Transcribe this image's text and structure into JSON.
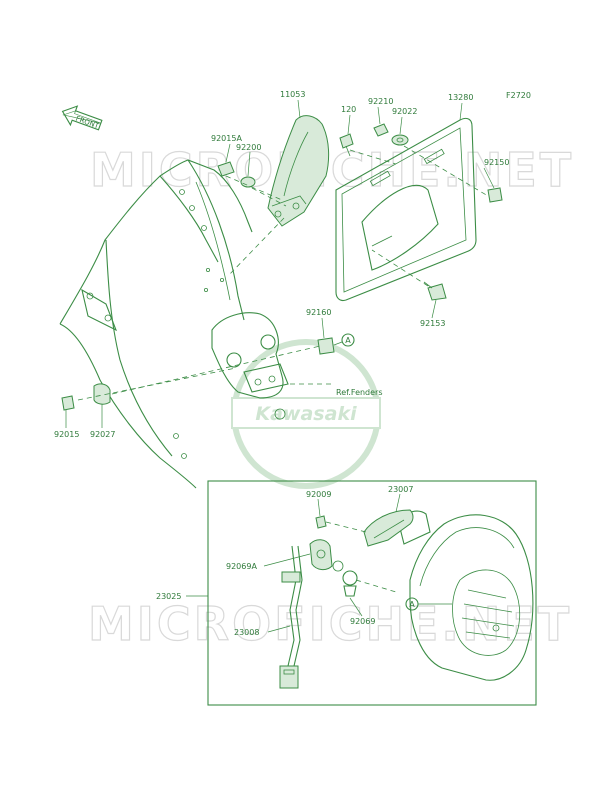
{
  "diagram": {
    "figure_code": "F2720",
    "front_label": "FRONT",
    "ref_text": "Ref.Fenders",
    "connector_marker": "A",
    "watermark_text": "MICROFICHE.NET",
    "logo_text": "Kawasaki",
    "colors": {
      "line": "#3c8d46",
      "label": "#2f7a3a",
      "watermark": "#d9d9d9"
    },
    "parts": [
      {
        "number": "11053"
      },
      {
        "number": "120"
      },
      {
        "number": "92210"
      },
      {
        "number": "92022"
      },
      {
        "number": "13280"
      },
      {
        "number": "92015A"
      },
      {
        "number": "92200"
      },
      {
        "number": "92150"
      },
      {
        "number": "92153"
      },
      {
        "number": "92160"
      },
      {
        "number": "92015"
      },
      {
        "number": "92027"
      },
      {
        "number": "92009"
      },
      {
        "number": "23007"
      },
      {
        "number": "92069A"
      },
      {
        "number": "23025"
      },
      {
        "number": "23008"
      },
      {
        "number": "92069"
      }
    ]
  }
}
